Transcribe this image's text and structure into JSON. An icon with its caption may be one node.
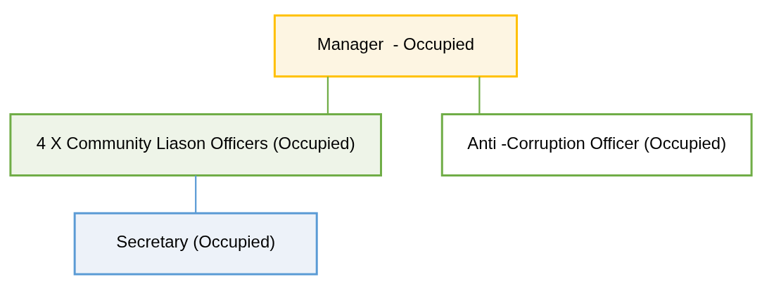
{
  "diagram": {
    "nodes": [
      {
        "text": [
          "Manager  - Occupied"
        ]
      },
      {
        "text": [
          "4 X Community Liason Officers (Occupied)"
        ]
      },
      {
        "text": [
          "Anti -Corruption Officer (Occupied)"
        ]
      },
      {
        "text": [
          "Secretary (Occupied)"
        ]
      }
    ],
    "edges": [
      {
        "from": 0,
        "to": 1,
        "arrow": "none"
      },
      {
        "from": 0,
        "to": 2,
        "arrow": "none"
      },
      {
        "from": 1,
        "to": 3,
        "arrow": "none",
        "color": "#5b9bd5"
      }
    ]
  }
}
